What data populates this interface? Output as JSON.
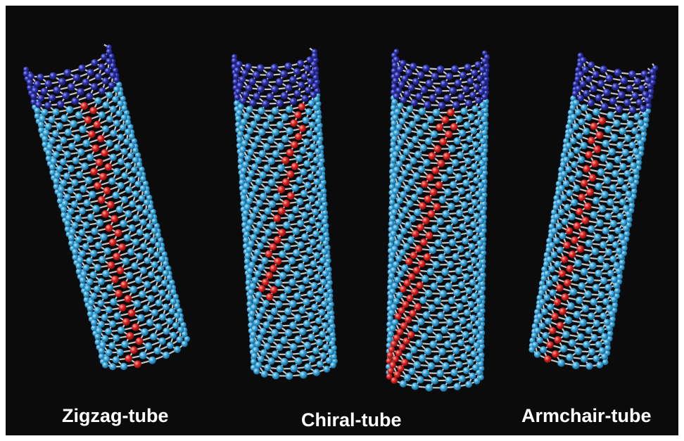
{
  "labels": {
    "zigzag": "Zigzag-tube",
    "chiral": "Chiral-tube",
    "armchair": "Armchair-tube"
  },
  "colors": {
    "background": "#0b0b0c",
    "body_atom": "#3aa6da",
    "cap_atom": "#2a2fa6",
    "highlight_atom": "#e02424",
    "bond": "#e8e8e8",
    "label_text": "#ffffff"
  }
}
